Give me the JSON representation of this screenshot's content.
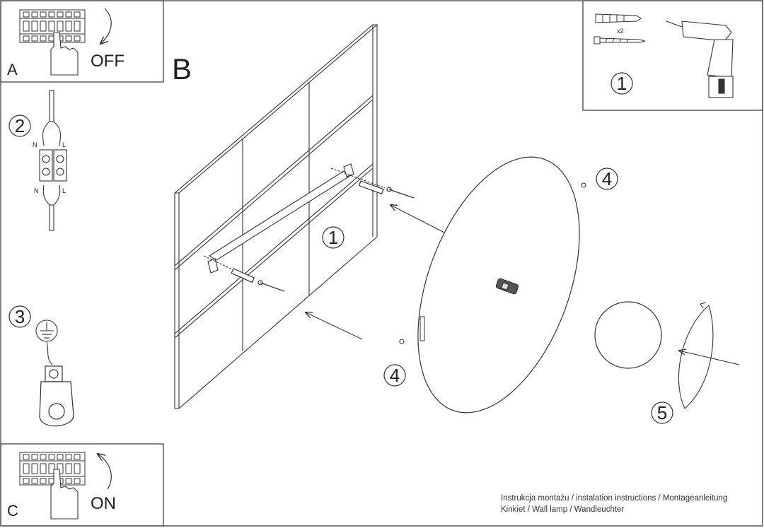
{
  "panel_a": {
    "letter": "A",
    "action": "OFF"
  },
  "panel_c": {
    "letter": "C",
    "action": "ON"
  },
  "main": {
    "letter": "B"
  },
  "tools": {
    "step": "1",
    "quantity": "x2"
  },
  "steps": {
    "wiring": "2",
    "earth": "3",
    "wall_step": "1",
    "screw_top": "4",
    "screw_bottom": "4",
    "cover": "5"
  },
  "terminal_labels": {
    "neutral_top": "N",
    "line_top": "L",
    "neutral_bottom": "N",
    "line_bottom": "L"
  },
  "footer": {
    "line1": "Instrukcja montażu / instalation instructions / Montageanleitung",
    "line2": "Kinkiet / Wall lamp / Wandleuchter"
  }
}
